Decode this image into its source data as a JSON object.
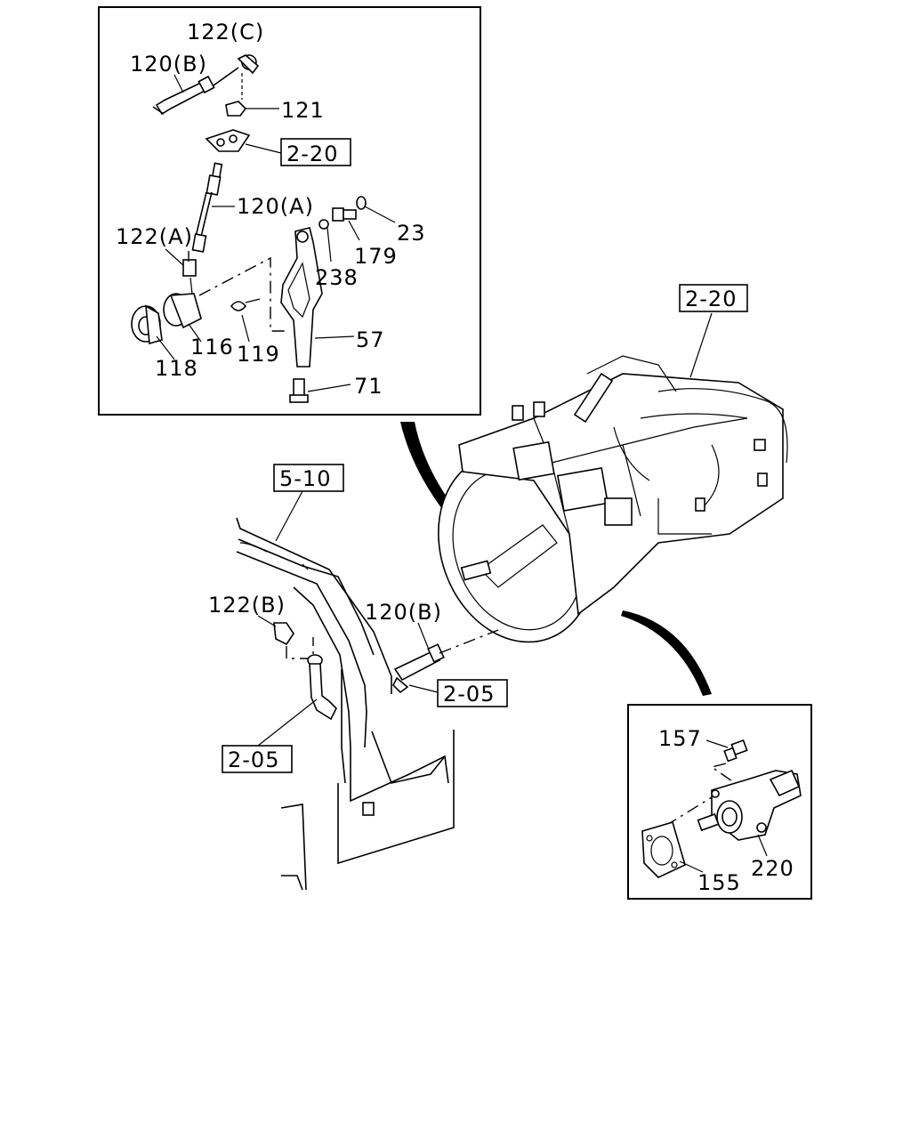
{
  "labels": {
    "p122c": "122(C)",
    "p120b_top": "120(B)",
    "p121": "121",
    "ref220_top": "2-20",
    "p120a": "120(A)",
    "p23": "23",
    "p122a": "122(A)",
    "p179": "179",
    "p238": "238",
    "p57": "57",
    "p116": "116",
    "p119": "119",
    "p118": "118",
    "p71": "71",
    "ref220_mid": "2-20",
    "ref510": "5-10",
    "p122b": "122(B)",
    "p120b_mid": "120(B)",
    "ref205_right": "2-05",
    "ref205_left": "2-05",
    "p157": "157",
    "p155": "155",
    "p220": "220"
  },
  "icons": [
    "clutch-fork-icon",
    "release-bearing-icon",
    "transmission-icon",
    "frame-rail-icon",
    "cylinder-icon"
  ]
}
